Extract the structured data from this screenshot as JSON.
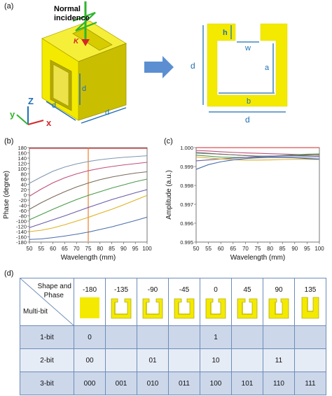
{
  "panel_a": {
    "label": "(a)",
    "incidence_line1": "Normal",
    "incidence_line2": "incidence",
    "k_label": "K",
    "h_label": "h",
    "w_label": "w",
    "a_label": "a",
    "b_label": "b",
    "d_label": "d",
    "axis_z": "Z",
    "axis_y": "y",
    "axis_x": "x",
    "colors": {
      "body": "#f3ea00",
      "dim_arrow": "#1f6fb5",
      "big_arrow": "#5b8fd1",
      "wave": "#2db52d"
    }
  },
  "panel_b": {
    "label": "(b)",
    "chart_data": {
      "type": "line",
      "xlabel": "Wavelength (mm)",
      "ylabel": "Phase (degree)",
      "xlim": [
        50,
        100
      ],
      "ylim": [
        -180,
        180
      ],
      "xticks": [
        "50",
        "55",
        "60",
        "65",
        "70",
        "75",
        "80",
        "85",
        "90",
        "95",
        "100"
      ],
      "yticks": [
        "180",
        "160",
        "140",
        "120",
        "100",
        "80",
        "60",
        "40",
        "20",
        "0",
        "-20",
        "-40",
        "-60",
        "-80",
        "-100",
        "-120",
        "-140",
        "-160",
        "-180"
      ],
      "marker_x": 75,
      "x": [
        50,
        55,
        60,
        65,
        70,
        75,
        80,
        85,
        90,
        95,
        100
      ],
      "series": [
        {
          "color": "#d62728",
          "values": [
            177,
            177,
            177,
            177,
            177,
            177,
            177,
            177,
            177,
            177,
            177
          ]
        },
        {
          "color": "#7f97b0",
          "values": [
            44,
            68,
            90,
            106,
            118,
            127,
            134,
            139,
            143,
            146,
            149
          ]
        },
        {
          "color": "#c0507a",
          "values": [
            -5,
            22,
            46,
            65,
            80,
            92,
            101,
            108,
            114,
            119,
            124
          ]
        },
        {
          "color": "#7a6b5a",
          "values": [
            -55,
            -30,
            -8,
            12,
            30,
            45,
            58,
            68,
            76,
            83,
            88
          ]
        },
        {
          "color": "#4a9a4a",
          "values": [
            -95,
            -75,
            -55,
            -36,
            -18,
            -2,
            12,
            26,
            38,
            50,
            60
          ]
        },
        {
          "color": "#6a5aa8",
          "values": [
            -125,
            -110,
            -95,
            -80,
            -64,
            -48,
            -33,
            -18,
            -5,
            8,
            20
          ]
        },
        {
          "color": "#e0b020",
          "values": [
            -140,
            -135,
            -126,
            -114,
            -100,
            -86,
            -70,
            -55,
            -38,
            -20,
            -2
          ]
        },
        {
          "color": "#4a6ea8",
          "values": [
            -170,
            -168,
            -163,
            -157,
            -150,
            -142,
            -132,
            -122,
            -110,
            -98,
            -85
          ]
        }
      ]
    }
  },
  "panel_c": {
    "label": "(c)",
    "chart_data": {
      "type": "line",
      "xlabel": "Wavelength (mm)",
      "ylabel": "Amplitude (a.u.)",
      "xlim": [
        50,
        100
      ],
      "ylim": [
        0.995,
        1.0
      ],
      "xticks": [
        "50",
        "55",
        "60",
        "65",
        "70",
        "75",
        "80",
        "85",
        "90",
        "95",
        "100"
      ],
      "yticks": [
        "1.000",
        "0.999",
        "0.998",
        "0.997",
        "0.996",
        "0.995"
      ],
      "x": [
        50,
        55,
        60,
        65,
        70,
        75,
        80,
        85,
        90,
        95,
        100
      ],
      "series": [
        {
          "color": "#d62728",
          "values": [
            1.0,
            1.0,
            1.0,
            1.0,
            1.0,
            1.0,
            1.0,
            1.0,
            1.0,
            1.0,
            1.0
          ]
        },
        {
          "color": "#7f97b0",
          "values": [
            0.9997,
            0.99968,
            0.99966,
            0.99962,
            0.99958,
            0.99955,
            0.99952,
            0.9995,
            0.99948,
            0.99946,
            0.99944
          ]
        },
        {
          "color": "#c0507a",
          "values": [
            0.99985,
            0.99982,
            0.99978,
            0.99975,
            0.99972,
            0.9997,
            0.99968,
            0.99966,
            0.99964,
            0.99962,
            0.9996
          ]
        },
        {
          "color": "#7a6b5a",
          "values": [
            0.99975,
            0.9997,
            0.99965,
            0.99962,
            0.99958,
            0.99955,
            0.99955,
            0.99956,
            0.99958,
            0.9996,
            0.99962
          ]
        },
        {
          "color": "#4a9a4a",
          "values": [
            0.9996,
            0.99955,
            0.9995,
            0.99948,
            0.99948,
            0.9995,
            0.99954,
            0.99958,
            0.99962,
            0.99965,
            0.99967
          ]
        },
        {
          "color": "#6a5aa8",
          "values": [
            0.9993,
            0.99935,
            0.9994,
            0.99944,
            0.99948,
            0.99952,
            0.99955,
            0.99956,
            0.99956,
            0.99955,
            0.99953
          ]
        },
        {
          "color": "#e0b020",
          "values": [
            0.9995,
            0.99945,
            0.9994,
            0.99936,
            0.99934,
            0.99934,
            0.99935,
            0.99937,
            0.99938,
            0.99938,
            0.99937
          ]
        },
        {
          "color": "#4a6ea8",
          "values": [
            0.99885,
            0.9991,
            0.99925,
            0.99935,
            0.99942,
            0.99946,
            0.99948,
            0.99948,
            0.99946,
            0.99942,
            0.99938
          ]
        }
      ]
    }
  },
  "panel_d": {
    "label": "(d)",
    "header_shape": "Shape and",
    "header_phase": "Phase",
    "header_multibit": "Multi-bit",
    "phases": [
      "-180",
      "-135",
      "-90",
      "-45",
      "0",
      "45",
      "90",
      "135"
    ],
    "rows": [
      {
        "label": "1-bit",
        "cells": [
          "0",
          "",
          "",
          "",
          "1",
          "",
          "",
          ""
        ]
      },
      {
        "label": "2-bit",
        "cells": [
          "00",
          "",
          "01",
          "",
          "10",
          "",
          "11",
          ""
        ]
      },
      {
        "label": "3-bit",
        "cells": [
          "000",
          "001",
          "010",
          "011",
          "100",
          "101",
          "110",
          "111"
        ]
      }
    ]
  }
}
